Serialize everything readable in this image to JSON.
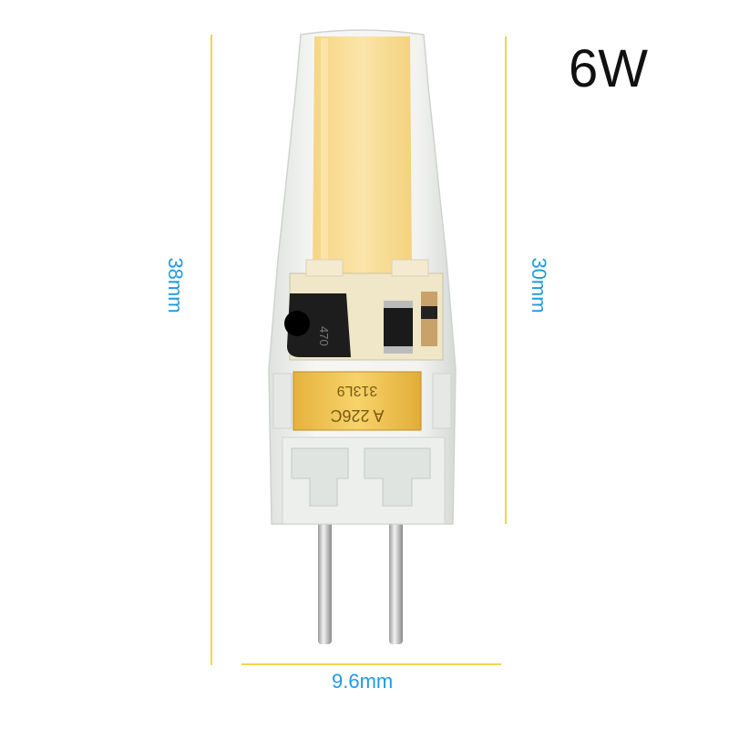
{
  "power_label": "6W",
  "dimensions": {
    "total_height": "38mm",
    "body_height": "30mm",
    "width": "9.6mm"
  },
  "component_markings": {
    "inductor": "470",
    "capacitor_line1": "A 226C",
    "capacitor_line2": "313L9"
  },
  "colors": {
    "dimension_lines": "#f2d64a",
    "dimension_text": "#1e9be0",
    "led_chip": "#f9dc8c",
    "silicone": "#eef0ee",
    "capacitor": "#f0c24a"
  }
}
